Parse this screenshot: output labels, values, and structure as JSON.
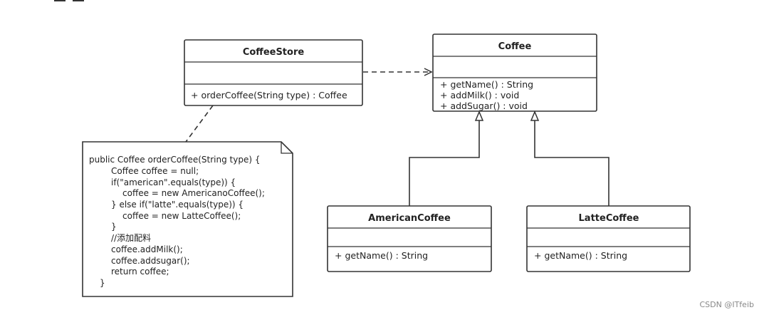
{
  "classes": {
    "coffee_store": {
      "name": "CoffeeStore",
      "attributes": [],
      "methods": [
        "+ orderCoffee(String type) : Coffee"
      ]
    },
    "coffee": {
      "name": "Coffee",
      "attributes": [],
      "methods": [
        "+ getName() : String",
        "+ addMilk() : void",
        "+ addSugar() : void"
      ]
    },
    "american_coffee": {
      "name": "AmericanCoffee",
      "attributes": [],
      "methods": [
        "+ getName() : String"
      ]
    },
    "latte_coffee": {
      "name": "LatteCoffee",
      "attributes": [],
      "methods": [
        "+ getName() : String"
      ]
    }
  },
  "note": {
    "lines": [
      "public Coffee orderCoffee(String type) {",
      "Coffee coffee = null;",
      "if(\"american\".equals(type))   {",
      "coffee = new AmericanoCoffee();",
      "} else if(\"latte\".equals(type)) {",
      "coffee = new LatteCoffee();",
      "}",
      "//添加配料",
      "coffee.addMilk();",
      "coffee.addsugar();",
      "return coffee;",
      "}"
    ]
  },
  "relations": [
    {
      "from": "CoffeeStore",
      "to": "Coffee",
      "type": "dependency"
    },
    {
      "from": "AmericanCoffee",
      "to": "Coffee",
      "type": "generalization"
    },
    {
      "from": "LatteCoffee",
      "to": "Coffee",
      "type": "generalization"
    },
    {
      "from": "note",
      "to": "CoffeeStore",
      "type": "note-anchor"
    }
  ],
  "watermark": "CSDN @ITfeib",
  "colors": {
    "stroke": "#333333",
    "text": "#222222",
    "background": "#ffffff"
  }
}
